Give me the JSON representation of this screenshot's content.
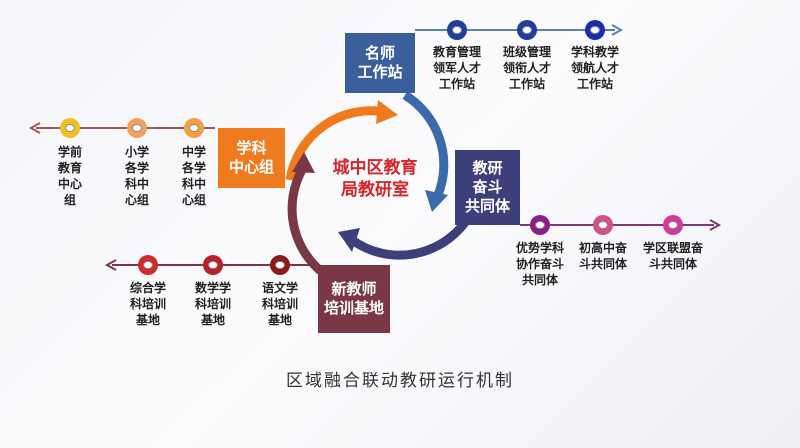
{
  "center": "城中区教育\n局教研室",
  "caption": "区域融合联动教研运行机制",
  "colors": {
    "blue": "#3a5f9a",
    "orange": "#f07a1e",
    "navy": "#3d3f7a",
    "maroon": "#7a3846",
    "red": "#d4262a"
  },
  "branches": {
    "top": {
      "title": "名师\n工作站",
      "items": [
        "教育管理\n领军人才\n工作站",
        "班级管理\n领衔人才\n工作站",
        "学科教学\n领航人才\n工作站"
      ]
    },
    "left": {
      "title": "学科\n中心组",
      "items": [
        "中学\n各学\n科中\n心组",
        "小学\n各学\n科中\n心组",
        "学前\n教育\n中心\n组"
      ]
    },
    "right": {
      "title": "教研\n奋斗\n共同体",
      "items": [
        "优势学科\n协作奋斗\n共同体",
        "初高中奋\n斗共同体",
        "学区联盟奋\n斗共同体"
      ]
    },
    "bottom": {
      "title": "新教师\n培训基地",
      "items": [
        "语文学\n科培训\n基地",
        "数学学\n科培训\n基地",
        "综合学\n科培训\n基地"
      ]
    }
  }
}
